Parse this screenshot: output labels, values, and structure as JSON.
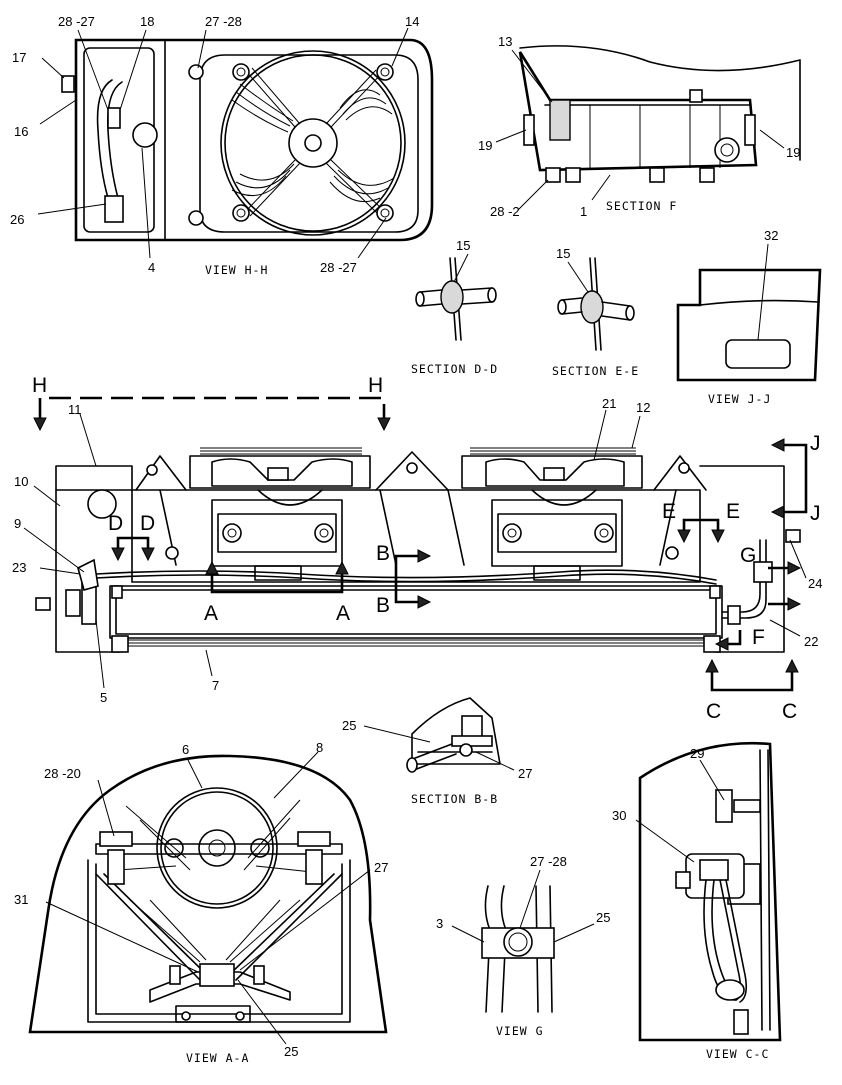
{
  "views": {
    "hh": "VIEW  H-H",
    "f": "SECTION  F",
    "dd": "SECTION  D-D",
    "ee": "SECTION  E-E",
    "jj": "VIEW  J-J",
    "bb": "SECTION  B-B",
    "aa": "VIEW  A-A",
    "g": "VIEW  G",
    "cc": "VIEW  C-C"
  },
  "section_letters": {
    "H": "H",
    "J": "J",
    "D": "D",
    "E": "E",
    "G": "G",
    "A": "A",
    "B": "B",
    "F": "F",
    "C": "C"
  },
  "callouts": {
    "c1": "1",
    "c3": "3",
    "c4": "4",
    "c5": "5",
    "c6": "6",
    "c7": "7",
    "c8": "8",
    "c9": "9",
    "c10": "10",
    "c11": "11",
    "c12": "12",
    "c13": "13",
    "c14": "14",
    "c15a": "15",
    "c15b": "15",
    "c16": "16",
    "c17": "17",
    "c18": "18",
    "c19a": "19",
    "c19b": "19",
    "c21": "21",
    "c22": "22",
    "c23": "23",
    "c24": "24",
    "c25a": "25",
    "c25b": "25",
    "c25c": "25",
    "c26": "26",
    "c27a": "27",
    "c27b": "27",
    "c29": "29",
    "c30": "30",
    "c31": "31",
    "c32": "32",
    "c28_27a": "28 -27",
    "c27_28a": "27 -28",
    "c28_27b": "28 -27",
    "c28_2": "28 -2",
    "c28_20": "28 -20",
    "c27_28b": "27 -28"
  }
}
